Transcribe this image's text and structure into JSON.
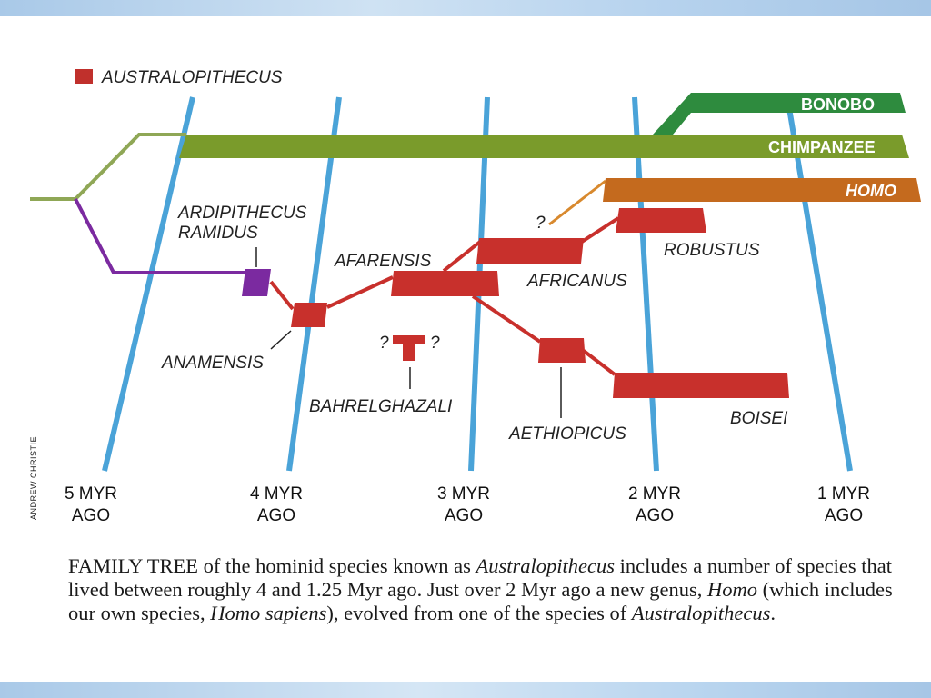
{
  "legend": {
    "label": "AUSTRALOPITHECUS",
    "color": "#c0302c"
  },
  "credit": "ANDREW CHRISTIE",
  "time_axis": [
    {
      "line1": "5 MYR",
      "line2": "AGO"
    },
    {
      "line1": "4 MYR",
      "line2": "AGO"
    },
    {
      "line1": "3 MYR",
      "line2": "AGO"
    },
    {
      "line1": "2 MYR",
      "line2": "AGO"
    },
    {
      "line1": "1 MYR",
      "line2": "AGO"
    }
  ],
  "lineages": {
    "bonobo": {
      "label": "BONOBO",
      "color": "#2e8b3e"
    },
    "chimpanzee": {
      "label": "CHIMPANZEE",
      "color": "#7a9b2b"
    },
    "homo": {
      "label": "HOMO",
      "color": "#c46a1e"
    }
  },
  "species": {
    "ardipithecus_line1": "ARDIPITHECUS",
    "ardipithecus_line2": "RAMIDUS",
    "anamensis": "ANAMENSIS",
    "bahrelghazali": "BAHRELGHAZALI",
    "afarensis": "AFARENSIS",
    "africanus": "AFRICANUS",
    "robustus": "ROBUSTUS",
    "aethiopicus": "AETHIOPICUS",
    "boisei": "BOISEI",
    "question_mark": "?"
  },
  "colors": {
    "australopithecus": "#c8302c",
    "ardipithecus": "#7b2aa0",
    "time_lines": "#4aa3d8"
  },
  "caption": {
    "lead": "FAMILY TREE",
    "t1": " of the hominid species known as ",
    "i1": "Australopithecus",
    "t2": " includes a number of species that lived between roughly 4 and 1.25 Myr ago. Just over 2 Myr ago a new genus, ",
    "i2": "Homo",
    "t3": " (which includes our own species, ",
    "i3": "Homo sapiens",
    "t4": "), evolved from one of the species of ",
    "i4": "Australopithecus",
    "t5": "."
  }
}
